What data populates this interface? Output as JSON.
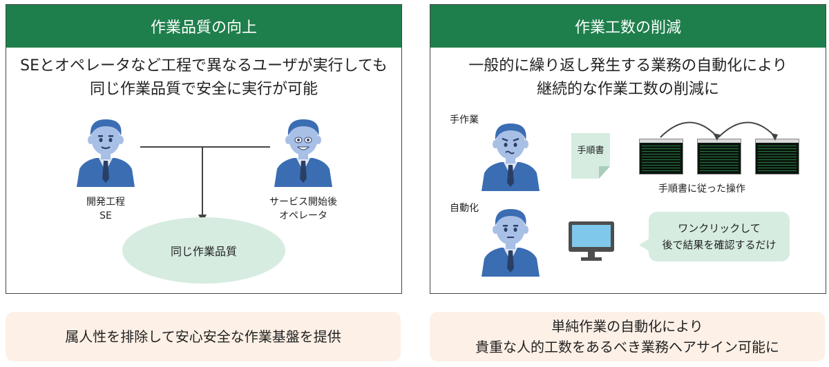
{
  "left": {
    "header": "作業品質の向上",
    "subtitle_line1": "SEとオペレータなど工程で異なるユーザが実行しても",
    "subtitle_line2": "同じ作業品質で安全に実行が可能",
    "person1_line1": "開発工程",
    "person1_line2": "SE",
    "person2_line1": "サービス開始後",
    "person2_line2": "オペレータ",
    "result": "同じ作業品質",
    "footer": "属人性を排除して安心安全な作業基盤を提供"
  },
  "right": {
    "header": "作業工数の削減",
    "subtitle_line1": "一般的に繰り返し発生する業務の自動化により",
    "subtitle_line2": "継続的な作業工数の削減に",
    "manual_label": "手作業",
    "doc_label": "手順書",
    "operation_label": "手順書に従った操作",
    "auto_label": "自動化",
    "bubble_line1": "ワンクリックして",
    "bubble_line2": "後で結果を確認するだけ",
    "footer_line1": "単純作業の自動化により",
    "footer_line2": "貴重な人的工数をあるべき業務へアサイン可能に"
  },
  "colors": {
    "header_green": "#1f7f4c",
    "light_green": "#d6ece0",
    "footer_peach": "#fdf0e6",
    "suit_blue": "#3b6db3",
    "skin_blue": "#a8bfe6"
  }
}
